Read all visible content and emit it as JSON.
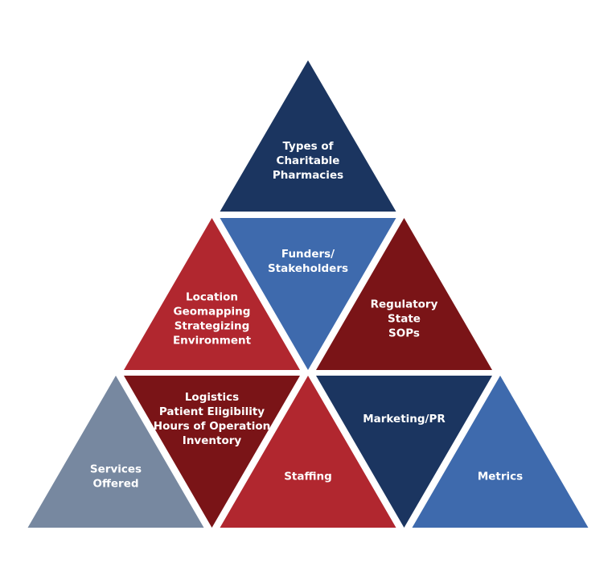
{
  "diagram": {
    "type": "triangle-pyramid",
    "colors": {
      "navy": "#1b3560",
      "blue": "#3e6aad",
      "red": "#b1272f",
      "dark_red": "#7a1417",
      "slate": "#7788a0"
    },
    "segments": [
      {
        "id": "types-of-charitable-pharmacies",
        "row": 1,
        "orientation": "up",
        "color": "navy",
        "lines": [
          "Types of",
          "Charitable",
          "Pharmacies"
        ]
      },
      {
        "id": "location",
        "row": 2,
        "orientation": "up",
        "color": "red",
        "lines": [
          "Location",
          "Geomapping",
          "Strategizing",
          "Environment"
        ]
      },
      {
        "id": "funders-stakeholders",
        "row": 2,
        "orientation": "down",
        "color": "blue",
        "lines": [
          "Funders/",
          "Stakeholders"
        ]
      },
      {
        "id": "regulatory",
        "row": 2,
        "orientation": "up",
        "color": "dark_red",
        "lines": [
          "Regulatory",
          "State",
          "SOPs"
        ]
      },
      {
        "id": "services-offered",
        "row": 3,
        "orientation": "up",
        "color": "slate",
        "lines": [
          "Services",
          "Offered"
        ]
      },
      {
        "id": "logistics",
        "row": 3,
        "orientation": "down",
        "color": "dark_red",
        "lines": [
          "Logistics",
          "Patient Eligibility",
          "Hours of Operation",
          "Inventory"
        ]
      },
      {
        "id": "staffing",
        "row": 3,
        "orientation": "up",
        "color": "red",
        "lines": [
          "Staffing"
        ]
      },
      {
        "id": "marketing-pr",
        "row": 3,
        "orientation": "down",
        "color": "navy",
        "lines": [
          "Marketing/PR"
        ]
      },
      {
        "id": "metrics",
        "row": 3,
        "orientation": "up",
        "color": "blue",
        "lines": [
          "Metrics"
        ]
      }
    ]
  }
}
